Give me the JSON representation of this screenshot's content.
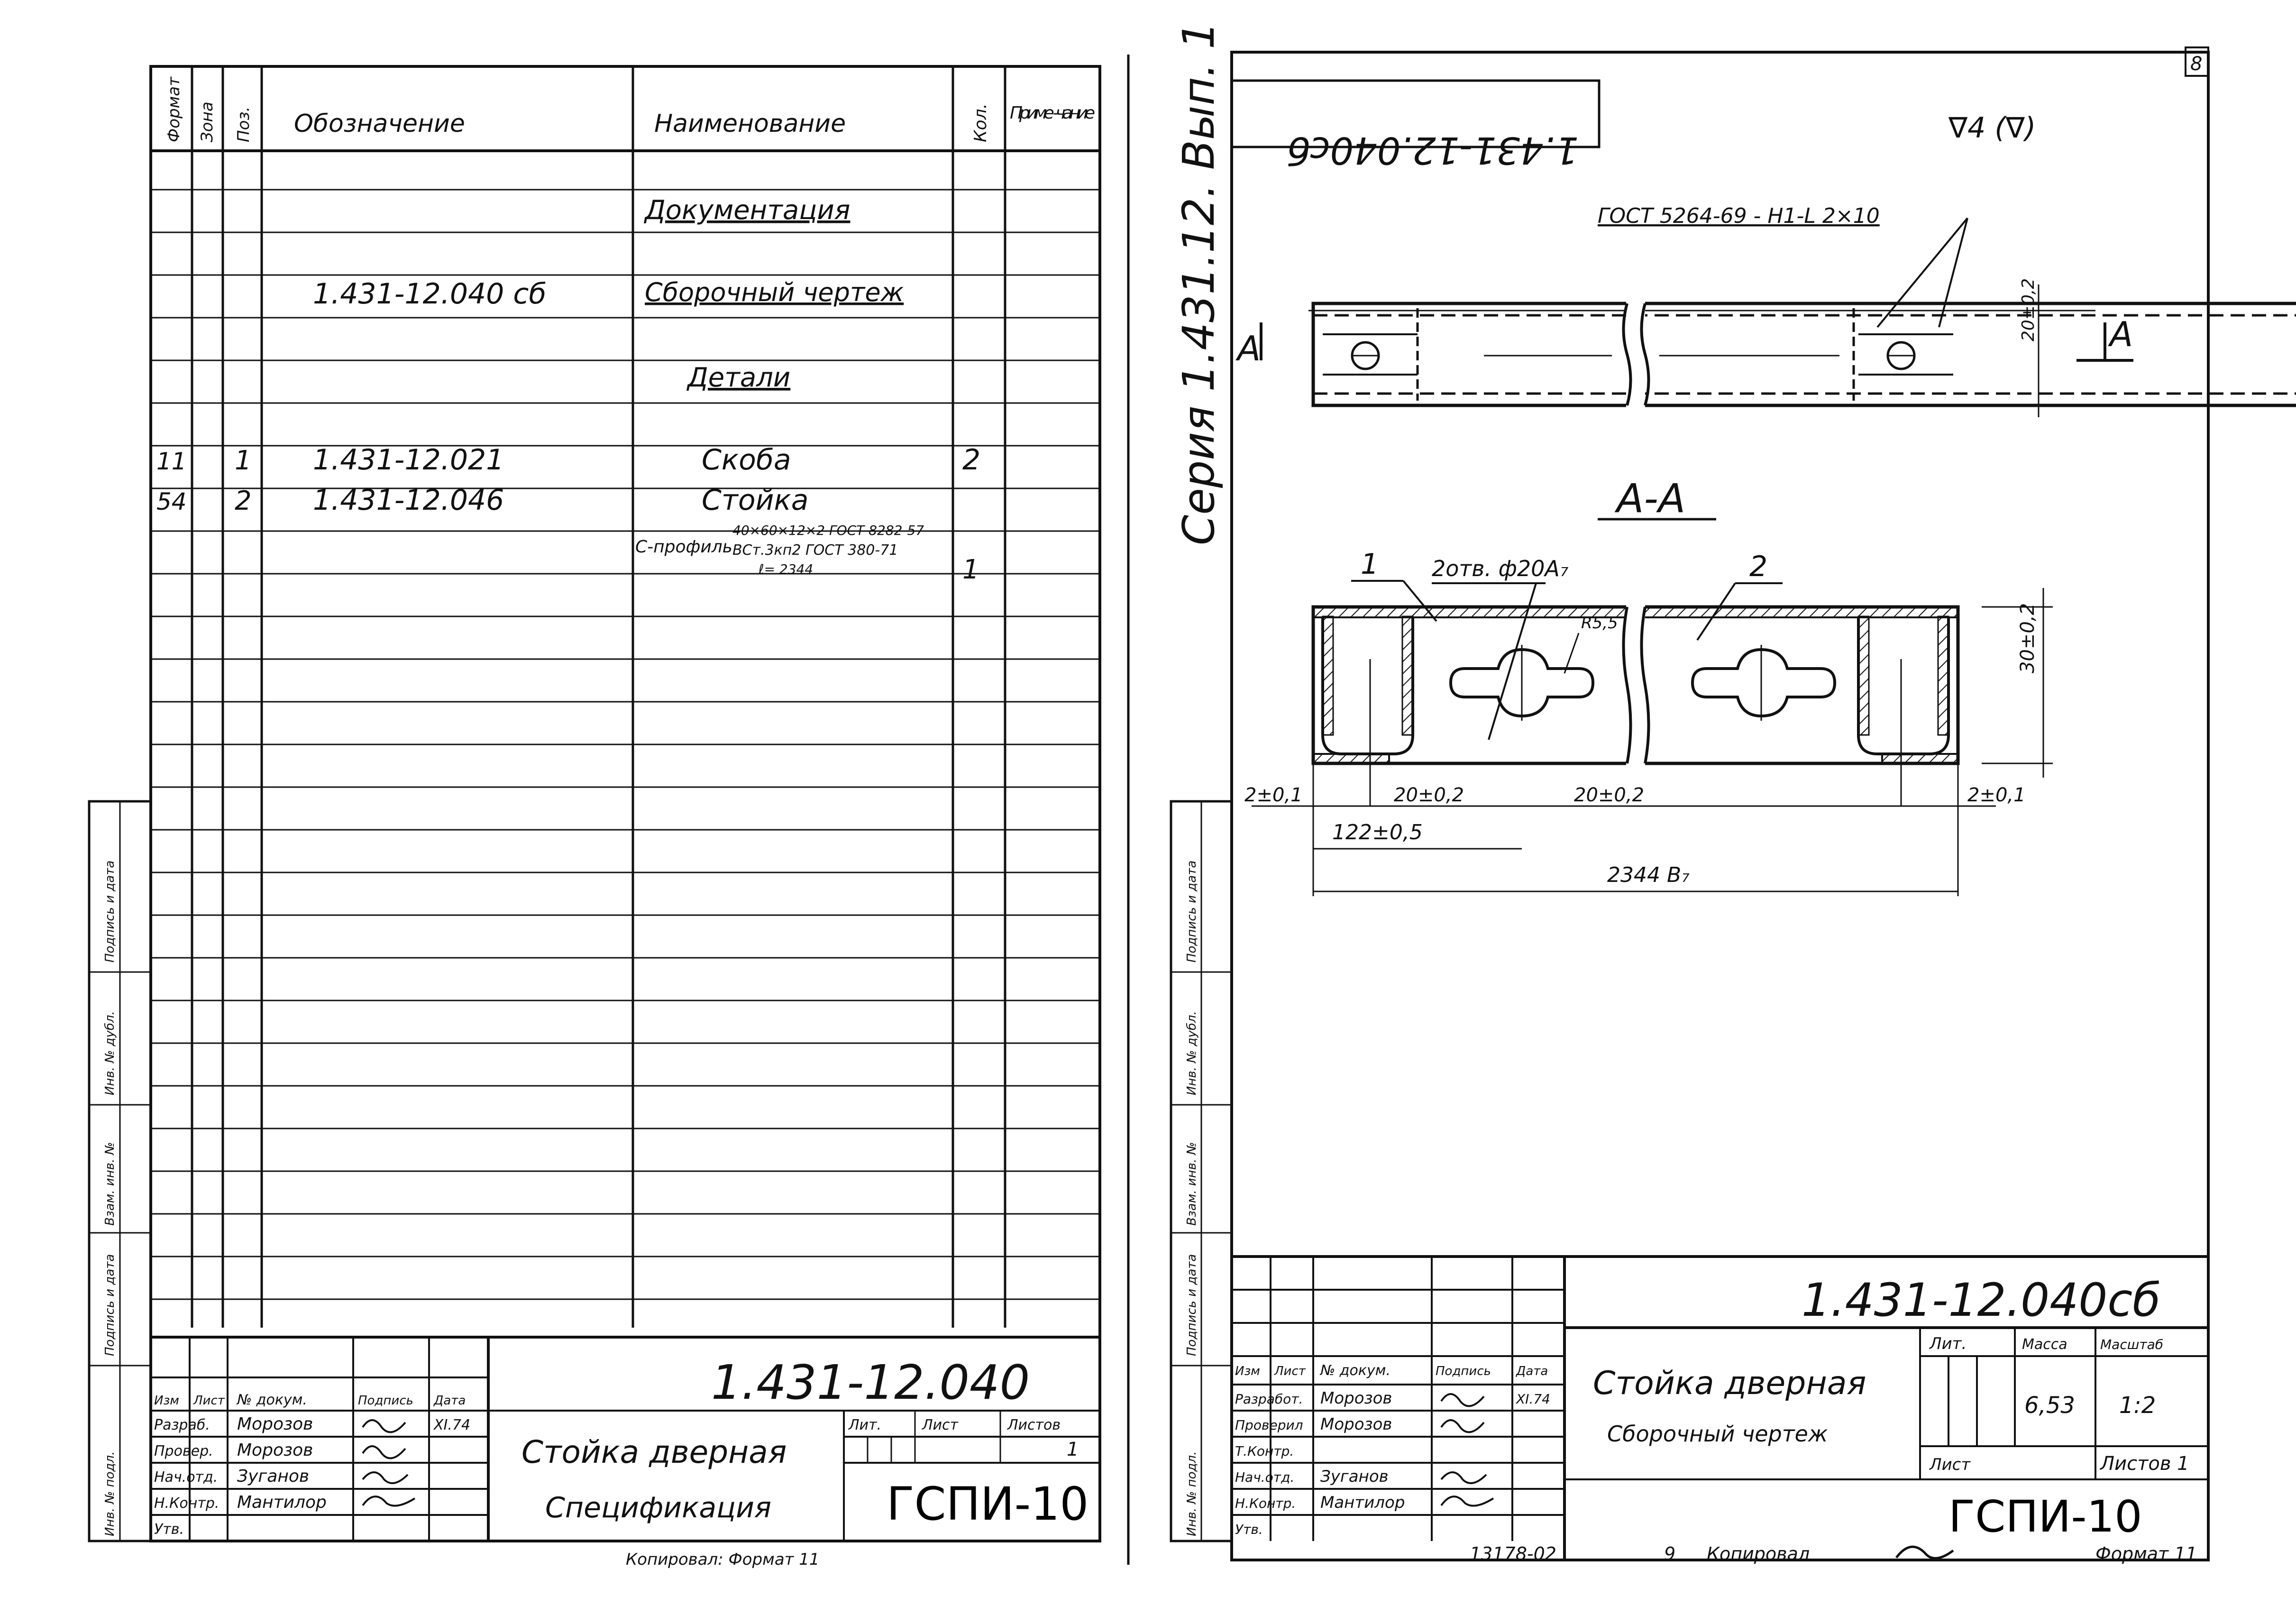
{
  "spec": {
    "headers": {
      "format": "Формат",
      "zone": "Зона",
      "pos": "Поз.",
      "designation": "Обозначение",
      "name": "Наименование",
      "qty": "Кол.",
      "note": "Приме -чание"
    },
    "rows": {
      "doc_section": "Документация",
      "doc_designation": "1.431-12.040 сб",
      "doc_name": "Сборочный чертеж",
      "parts_section": "Детали",
      "p1_format": "11",
      "p1_pos": "1",
      "p1_designation": "1.431-12.021",
      "p1_name": "Скоба",
      "p1_qty": "2",
      "p2_format": "54",
      "p2_pos": "2",
      "p2_designation": "1.431-12.046",
      "p2_name": "Стойка",
      "p2_material_label": "С-профиль",
      "p2_material_1": "40×60×12×2 ГОСТ 8282-57",
      "p2_material_2": "ВСт.3кп2 ГОСТ 380-71",
      "p2_material_3": "ℓ= 2344",
      "p2_qty": "1"
    },
    "title_block": {
      "code": "1.431-12.040",
      "title": "Стойка дверная",
      "subtitle": "Спецификация",
      "lit_label": "Лит.",
      "sheet_label": "Лист",
      "sheets_label": "Листов",
      "sheets_value": "1",
      "org": "ГСПИ-10",
      "col_izm": "Изм",
      "col_list": "Лист",
      "col_doc": "№ докум.",
      "col_sign": "Подпись",
      "col_date": "Дата",
      "r1_role": "Разраб.",
      "r1_name": "Морозов",
      "r1_date": "XI.74",
      "r2_role": "Провер.",
      "r2_name": "Морозов",
      "r3_role": "Нач.отд.",
      "r3_name": "Зуганов",
      "r4_role": "Н.Контр.",
      "r4_name": "Мантилор",
      "r5_role": "Утв."
    },
    "bottom_note": "Копировал: Формат 11"
  },
  "drawing": {
    "series_vertical": "Серия 1.431.12. Вып. 1",
    "mirrored_code": "1.431-12.040сб",
    "roughness": "∇4 (∇)",
    "sheet_corner": "8",
    "weld_note": "ГОСТ 5264-69 - Н1-L 2×10",
    "dim_height_top": "20±0,2",
    "section_left": "A",
    "section_right": "A",
    "section_title": "A-A",
    "callout_1": "1",
    "callout_2": "2",
    "holes_note": "2отв. ф20А₇",
    "radius_note": "R5,5",
    "dim_height_section": "30±0,2",
    "dim_offset_left": "2±0,1",
    "dim_offset_right": "2±0,1",
    "dim_hole_width_1": "20±0,2",
    "dim_hole_width_2": "20±0,2",
    "dim_hole_pos": "122±0,5",
    "dim_total": "2344 В₇",
    "title_block": {
      "code": "1.431-12.040сб",
      "title": "Стойка дверная",
      "subtitle": "Сборочный чертеж",
      "lit_label": "Лит.",
      "mass_label": "Масса",
      "scale_label": "Масштаб",
      "mass_value": "6,53",
      "scale_value": "1:2",
      "sheet_label": "Лист",
      "sheets_label": "Листов 1",
      "org": "ГСПИ-10",
      "col_izm": "Изм",
      "col_list": "Лист",
      "col_doc": "№ докум.",
      "col_sign": "Подпись",
      "col_date": "Дата",
      "r1_role": "Разработ.",
      "r1_name": "Морозов",
      "r1_date": "XI.74",
      "r2_role": "Проверил",
      "r2_name": "Морозов",
      "r3_role": "Т.Контр.",
      "r4_role": "Нач.отд.",
      "r4_name": "Зуганов",
      "r5_role": "Н.Контр.",
      "r5_name": "Мантилор",
      "r6_role": "Утв."
    },
    "bottom_number": "13178-02",
    "bottom_sheet": "9",
    "bottom_copied": "Копировал",
    "bottom_format": "Формат 11"
  },
  "margin_strips": {
    "left": [
      "Инв. № подл.",
      "Подпись и дата",
      "Взам. инв. №",
      "Инв. № дубл.",
      "Подпись и дата"
    ],
    "right": [
      "Инв. № подл.",
      "Подпись и дата",
      "Взам. инв. №",
      "Инв. № дубл.",
      "Подпись и дата"
    ]
  }
}
